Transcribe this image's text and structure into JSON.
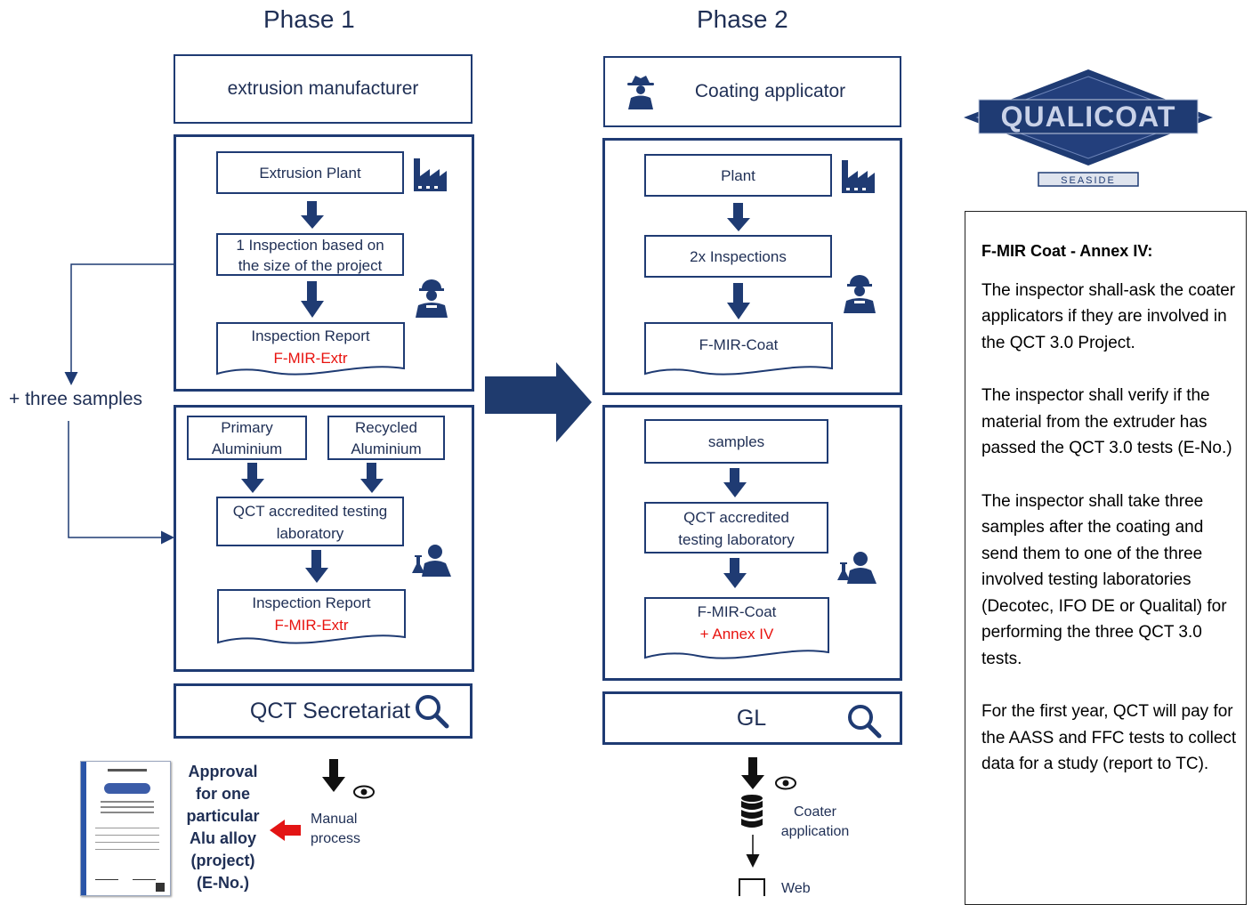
{
  "phases": {
    "phase1": "Phase 1",
    "phase2": "Phase 2"
  },
  "phase1": {
    "header": "extrusion manufacturer",
    "plant": "Extrusion Plant",
    "inspection": [
      "1 Inspection based on",
      "the size of the project"
    ],
    "report1": {
      "title": "Inspection Report",
      "code": "F-MIR-Extr"
    },
    "primary": [
      "Primary",
      "Aluminium"
    ],
    "recycled": [
      "Recycled",
      "Aluminium"
    ],
    "lab": [
      "QCT accredited testing",
      "laboratory"
    ],
    "report2": {
      "title": "Inspection Report",
      "code": "F-MIR-Extr"
    },
    "secretariat": "QCT Secretariat"
  },
  "samples_label": "+ three samples",
  "phase2": {
    "header": "Coating applicator",
    "plant": "Plant",
    "inspection": "2x Inspections",
    "report1": "F-MIR-Coat",
    "samples": "samples",
    "lab": [
      "QCT accredited",
      "testing laboratory"
    ],
    "report2": {
      "title": "F-MIR-Coat",
      "annex": "+ Annex IV"
    },
    "gl": "GL"
  },
  "approval": [
    "Approval",
    "for one",
    "particular",
    "Alu alloy",
    "(project)",
    "(E-No.)"
  ],
  "manual": [
    "Manual",
    "process"
  ],
  "coater": [
    "Coater",
    "application"
  ],
  "web": "Web",
  "logo": {
    "text": "QUALICOAT",
    "sub": "SEASIDE"
  },
  "annex": {
    "title": "F-MIR Coat - Annex IV:",
    "p1": "The inspector shall-ask the coater applicators if they are involved in the QCT 3.0 Project.",
    "p2": "The inspector shall verify if the material from the extruder has passed the QCT 3.0 tests (E-No.)",
    "p3": "The inspector shall take three samples after the coating and send them to one of the three involved testing laboratories (Decotec, IFO DE or Qualital) for performing the three QCT 3.0 tests.",
    "p4": "For the first year, QCT will pay for the AASS and FFC tests to collect data for a study (report to TC)."
  },
  "colors": {
    "navy": "#1f3b73",
    "red": "#e8130f",
    "text": "#1f2f55"
  },
  "icons": [
    "factory-icon",
    "worker-icon",
    "scientist-icon",
    "search-icon",
    "eye-icon",
    "database-icon",
    "spy-icon",
    "certificate-icon"
  ]
}
